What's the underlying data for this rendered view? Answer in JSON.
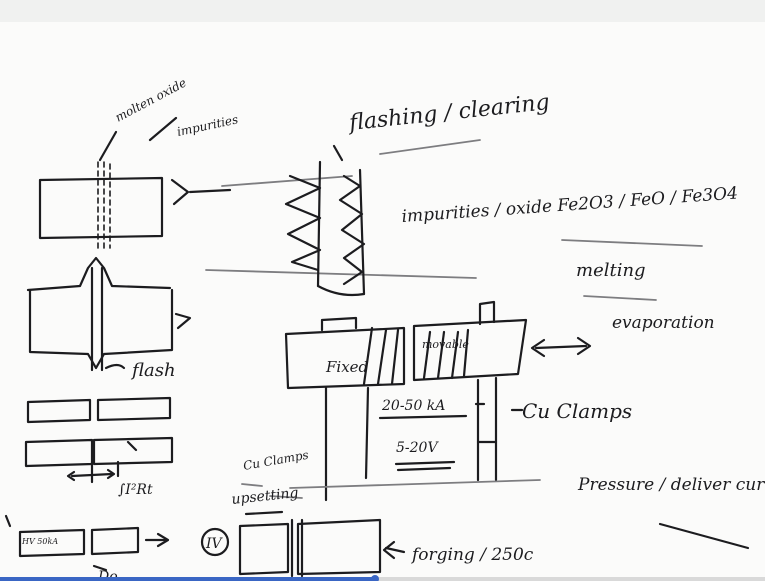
{
  "notes": {
    "molten_oxide": "molten oxide",
    "impurities": "impurities",
    "flashing_clearing": "flashing / clearing",
    "impurities_oxide": "impurities / oxide Fe2O3 / FeO / Fe3O4",
    "melting": "melting",
    "evaporation": "evaporation",
    "flash": "flash",
    "fixed": "Fixed",
    "movable": "movable",
    "current": "20-50 kA",
    "voltage": "5-20V",
    "cu_clamps": "Cu Clamps",
    "cu_clamps_2": "Cu Clamps",
    "upsetting": "upsetting",
    "pressure_deliver": "Pressure / deliver current",
    "i2rt": "∫I²Rt",
    "iv": "IV",
    "hv": "HV 50kA",
    "forging": "forging / 250c",
    "cut_label": "Do..."
  },
  "playback": {
    "progress": 0.49
  }
}
